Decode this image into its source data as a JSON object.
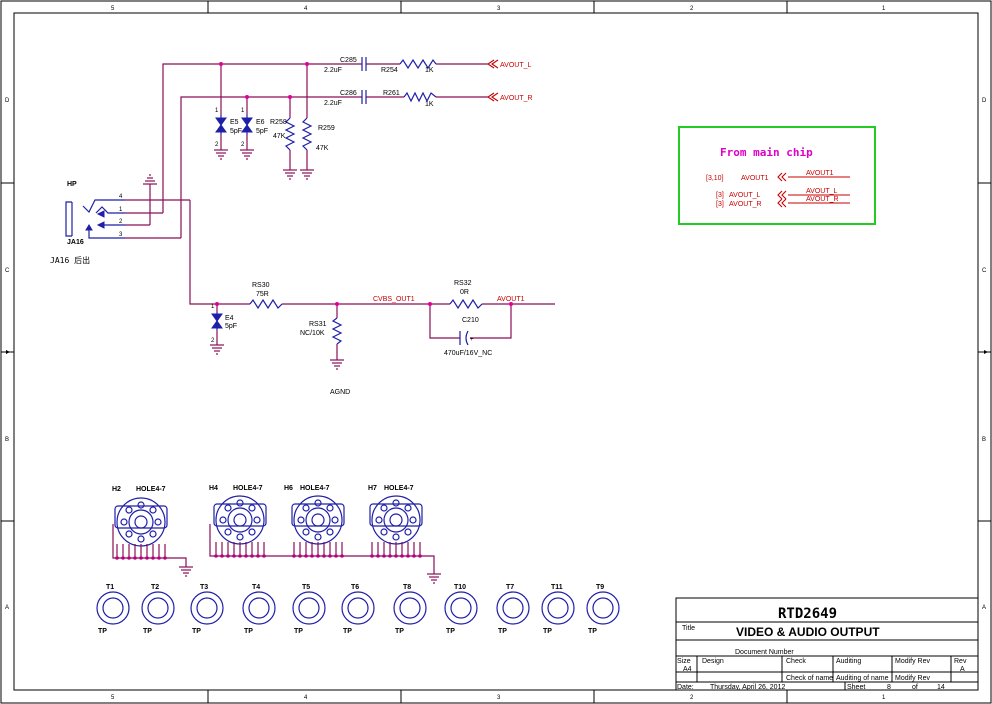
{
  "border": {
    "cols": [
      "5",
      "4",
      "3",
      "2",
      "1"
    ],
    "rows": [
      "D",
      "C",
      "B",
      "A"
    ]
  },
  "components": {
    "c285": {
      "ref": "C285",
      "value": "2.2uF"
    },
    "c286": {
      "ref": "C286",
      "value": "2.2uF"
    },
    "r254": {
      "ref": "R254",
      "value": "1K"
    },
    "r261": {
      "ref": "R261",
      "value": "1K"
    },
    "e5": {
      "ref": "E5",
      "value": "5pF"
    },
    "e6": {
      "ref": "E6",
      "value": "5pF"
    },
    "e4": {
      "ref": "E4",
      "value": "5pF"
    },
    "r258": {
      "ref": "R258",
      "value": "47K"
    },
    "r259": {
      "ref": "R259",
      "value": "47K"
    },
    "rs30": {
      "ref": "RS30",
      "value": "75R"
    },
    "rs31": {
      "ref": "RS31",
      "value": "NC/10K"
    },
    "rs32": {
      "ref": "RS32",
      "value": "0R"
    },
    "c210": {
      "ref": "C210",
      "value": "470uF/16V_NC"
    },
    "ja16": {
      "ref": "JA16",
      "label": "HP",
      "note": "JA16 后出"
    },
    "agnd": "AGND"
  },
  "pins": {
    "p1": "1",
    "p2": "2",
    "p3": "3",
    "p4": "4"
  },
  "nets": {
    "avout_l": "AVOUT_L",
    "avout_r": "AVOUT_R",
    "cvbs_out1": "CVBS_OUT1",
    "avout1": "AVOUT1"
  },
  "main_chip": {
    "title": "From main chip",
    "rows": [
      {
        "ref": "[3,10]",
        "name": "AVOUT1",
        "net": "AVOUT1"
      },
      {
        "ref": "[3]",
        "name": "AVOUT_L",
        "net": "AVOUT_L"
      },
      {
        "ref": "[3]",
        "name": "AVOUT_R",
        "net": "AVOUT_R"
      }
    ]
  },
  "holes": [
    {
      "ref": "H2",
      "value": "HOLE4-7"
    },
    {
      "ref": "H4",
      "value": "HOLE4-7"
    },
    {
      "ref": "H6",
      "value": "HOLE4-7"
    },
    {
      "ref": "H7",
      "value": "HOLE4-7"
    }
  ],
  "testpoints": [
    {
      "ref": "T1",
      "value": "TP"
    },
    {
      "ref": "T2",
      "value": "TP"
    },
    {
      "ref": "T3",
      "value": "TP"
    },
    {
      "ref": "T4",
      "value": "TP"
    },
    {
      "ref": "T5",
      "value": "TP"
    },
    {
      "ref": "T6",
      "value": "TP"
    },
    {
      "ref": "T8",
      "value": "TP"
    },
    {
      "ref": "T10",
      "value": "TP"
    },
    {
      "ref": "T7",
      "value": "TP"
    },
    {
      "ref": "T11",
      "value": "TP"
    },
    {
      "ref": "T9",
      "value": "TP"
    }
  ],
  "title_block": {
    "project": "RTD2649",
    "title_label": "Title",
    "title": "VIDEO & AUDIO OUTPUT",
    "doc_number_label": "Document Number",
    "size_label": "Size",
    "size": "A4",
    "design_label": "Design",
    "check_label": "Check",
    "auditing_label": "Auditing",
    "modify_rev_label": "Modify Rev",
    "rev_label": "Rev",
    "rev": "A",
    "check_of_name": "Check  of  name",
    "auditing_of_name": "Auditing of name",
    "modify_rev2": "Modify Rev",
    "date_label": "Date:",
    "date": "Thursday, April 26, 2012",
    "sheet_label": "Sheet",
    "sheet": "8",
    "of_label": "of",
    "total": "14"
  }
}
